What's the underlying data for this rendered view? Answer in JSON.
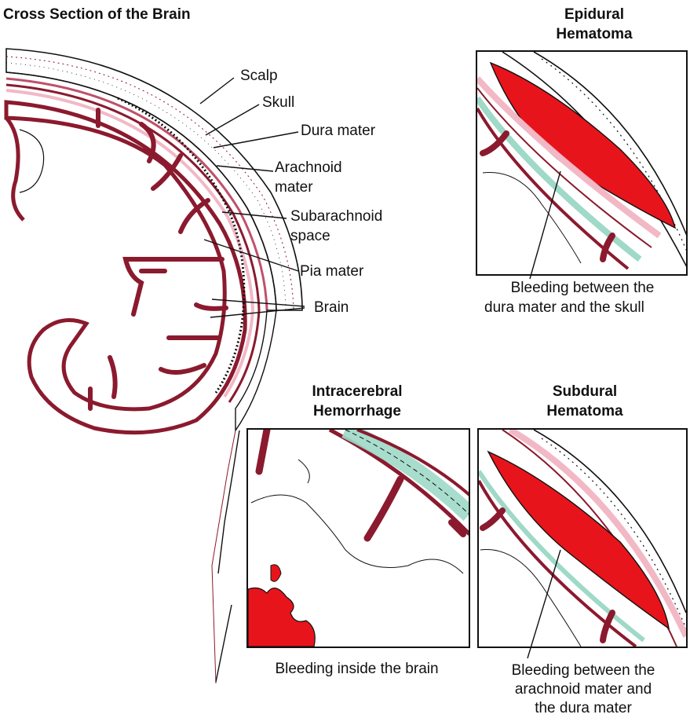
{
  "diagram": {
    "title": "Cross Section of the Brain",
    "layer_labels": {
      "scalp": "Scalp",
      "skull": "Skull",
      "dura": "Dura mater",
      "arachnoid_1": "Arachnoid",
      "arachnoid_2": "mater",
      "subarachnoid_1": "Subarachnoid",
      "subarachnoid_2": "space",
      "pia": "Pia mater",
      "brain": "Brain"
    }
  },
  "panels": {
    "epidural": {
      "title_1": "Epidural",
      "title_2": "Hematoma",
      "caption_1": "Bleeding between the",
      "caption_2": "dura mater and the skull"
    },
    "intracerebral": {
      "title_1": "Intracerebral",
      "title_2": "Hemorrhage",
      "caption_1": "Bleeding inside the brain"
    },
    "subdural": {
      "title_1": "Subdural",
      "title_2": "Hematoma",
      "caption_1": "Bleeding between the",
      "caption_2": "arachnoid mater and",
      "caption_3": "the dura mater"
    }
  },
  "colors": {
    "blood": "#e8141c",
    "membrane": "#8b1a2e",
    "pink": "#f2b8c6",
    "teal": "#9fd9c8",
    "outline": "#111111"
  }
}
